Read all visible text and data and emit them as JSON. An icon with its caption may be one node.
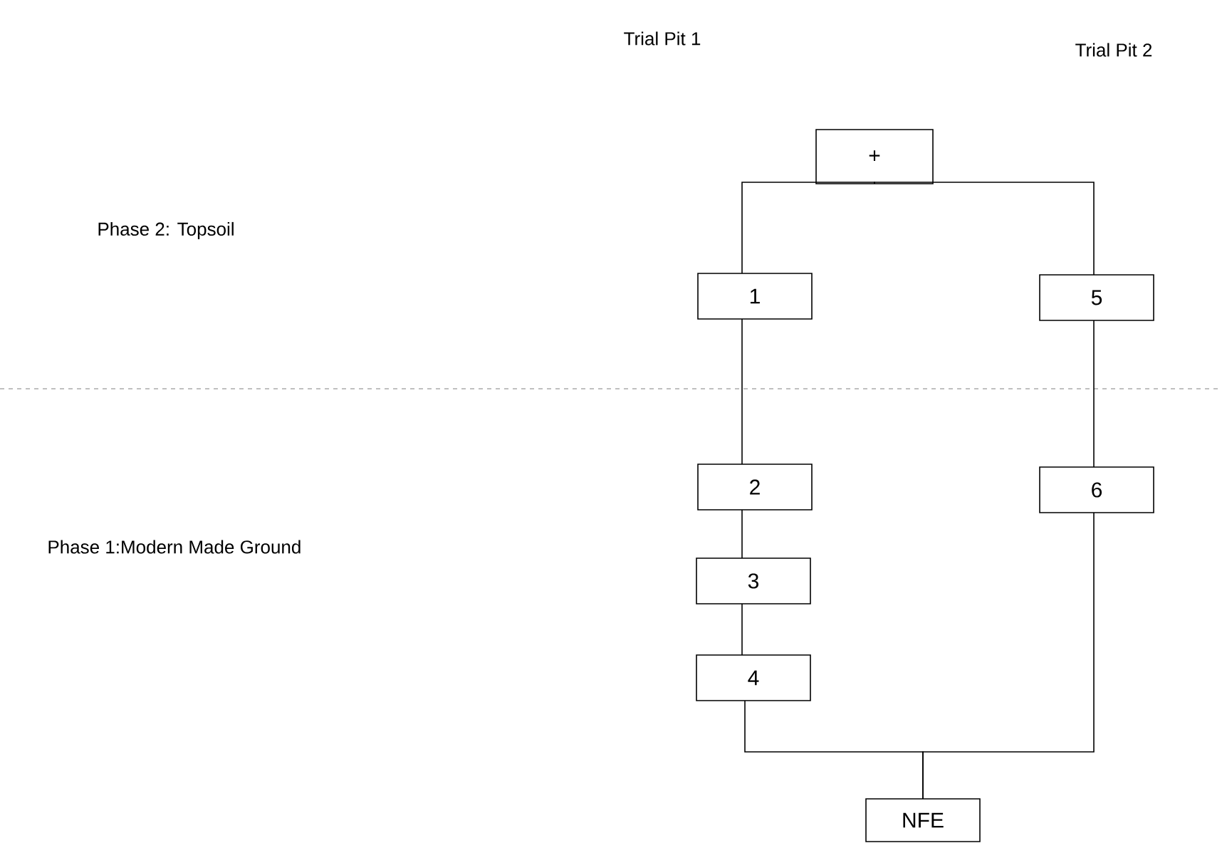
{
  "diagram": {
    "nodes": [
      {
        "text": [
          "+"
        ]
      },
      {
        "text": [
          "1"
        ]
      },
      {
        "text": [
          "5"
        ]
      },
      {
        "text": [
          "2"
        ]
      },
      {
        "text": [
          "6"
        ]
      },
      {
        "text": [
          "3"
        ]
      },
      {
        "text": [
          "4"
        ]
      },
      {
        "text": [
          "NFE"
        ]
      }
    ],
    "edges": [
      {
        "from": 0,
        "to": 1,
        "arrow": "none"
      },
      {
        "from": 0,
        "to": 2,
        "arrow": "none"
      },
      {
        "from": 1,
        "to": 3,
        "arrow": "none"
      },
      {
        "from": 3,
        "to": 5,
        "arrow": "none"
      },
      {
        "from": 5,
        "to": 6,
        "arrow": "none"
      },
      {
        "from": 2,
        "to": 4,
        "arrow": "none"
      },
      {
        "from": 6,
        "to": 7,
        "arrow": "none"
      },
      {
        "from": 4,
        "to": 7,
        "arrow": "none"
      }
    ],
    "labels": [
      "Trial Pit 1",
      "Trial Pit 2",
      "Phase 2: Topsoil",
      "Phase 1:Modern Made Ground"
    ]
  }
}
